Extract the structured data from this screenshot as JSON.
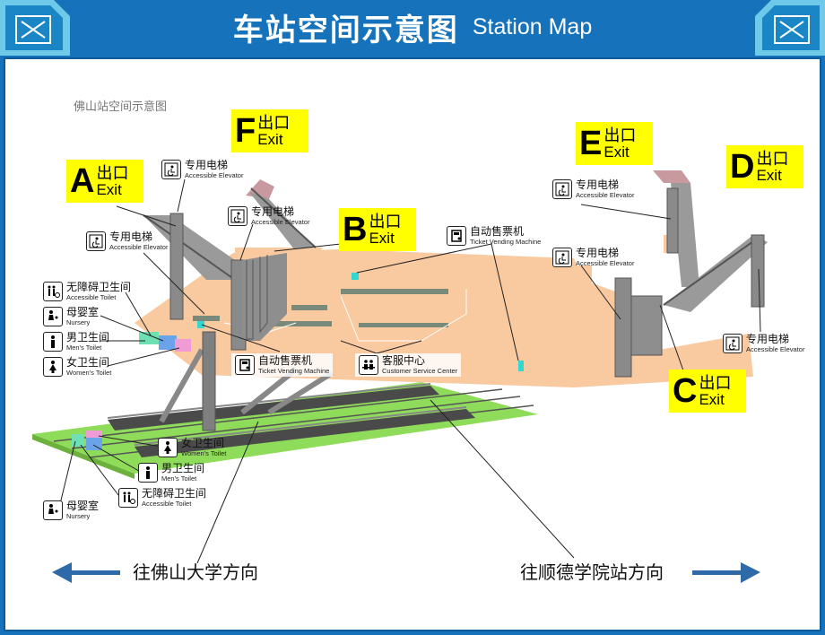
{
  "header": {
    "title_cn": "车站空间示意图",
    "title_en": "Station Map",
    "accent": "#1673bb"
  },
  "map": {
    "subtitle": "佛山站空间示意图",
    "concourse_color": "#f9c9a0",
    "platform_color": "#8fdc5a",
    "exits": [
      {
        "letter": "A",
        "zh": "出口",
        "en": "Exit"
      },
      {
        "letter": "B",
        "zh": "出口",
        "en": "Exit"
      },
      {
        "letter": "C",
        "zh": "出口",
        "en": "Exit"
      },
      {
        "letter": "D",
        "zh": "出口",
        "en": "Exit"
      },
      {
        "letter": "E",
        "zh": "出口",
        "en": "Exit"
      },
      {
        "letter": "F",
        "zh": "出口",
        "en": "Exit"
      }
    ],
    "facilities": {
      "elevator": {
        "zh": "专用电梯",
        "en": "Accessible Elevator",
        "icon": "accessible-elevator-icon"
      },
      "accessible_toilet": {
        "zh": "无障碍卫生间",
        "en": "Accessible Toilet",
        "icon": "accessible-toilet-icon"
      },
      "nursery": {
        "zh": "母婴室",
        "en": "Nursery",
        "icon": "nursery-icon"
      },
      "mens_toilet": {
        "zh": "男卫生间",
        "en": "Men's Toilet",
        "icon": "mens-toilet-icon"
      },
      "womens_toilet": {
        "zh": "女卫生间",
        "en": "Women's Toilet",
        "icon": "womens-toilet-icon"
      },
      "tvm": {
        "zh": "自动售票机",
        "en": "Ticket Vending Machine",
        "icon": "ticket-machine-icon"
      },
      "service": {
        "zh": "客服中心",
        "en": "Customer Service Center",
        "icon": "service-center-icon"
      }
    },
    "directions": {
      "left": "往佛山大学方向",
      "right": "往顺德学院站方向"
    }
  }
}
